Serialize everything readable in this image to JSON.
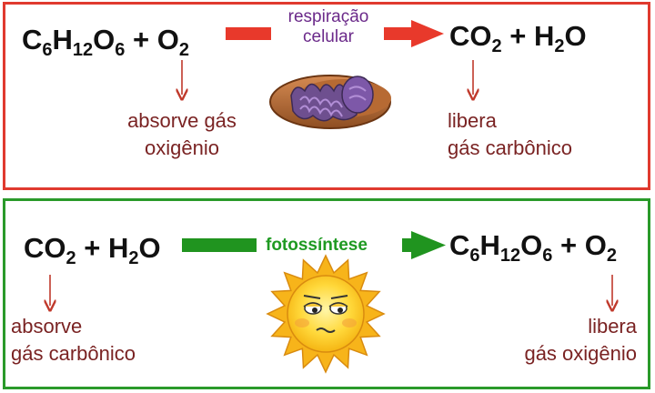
{
  "respiration": {
    "reactants": [
      {
        "parts": [
          {
            "t": "C"
          },
          {
            "t": "6",
            "sub": true
          },
          {
            "t": "H"
          },
          {
            "t": "12",
            "sub": true
          },
          {
            "t": "O"
          },
          {
            "t": "6",
            "sub": true
          }
        ]
      },
      {
        "parts": [
          {
            "t": " + "
          }
        ]
      },
      {
        "parts": [
          {
            "t": "O"
          },
          {
            "t": "2",
            "sub": true
          }
        ]
      }
    ],
    "products": [
      {
        "parts": [
          {
            "t": "CO"
          },
          {
            "t": "2",
            "sub": true
          }
        ]
      },
      {
        "parts": [
          {
            "t": " + "
          }
        ]
      },
      {
        "parts": [
          {
            "t": "H"
          },
          {
            "t": "2",
            "sub": true
          },
          {
            "t": "O"
          }
        ]
      }
    ],
    "process_line1": "respiração",
    "process_line2": "celular",
    "left_note_line1": "absorve gás",
    "left_note_line2": "oxigênio",
    "right_note_line1": "libera",
    "right_note_line2": "gás carbônico",
    "illustration": "mitochondrion-icon",
    "border_color": "#e03a2f"
  },
  "photosynthesis": {
    "reactants": [
      {
        "parts": [
          {
            "t": "CO"
          },
          {
            "t": "2",
            "sub": true
          }
        ]
      },
      {
        "parts": [
          {
            "t": " + "
          }
        ]
      },
      {
        "parts": [
          {
            "t": "H"
          },
          {
            "t": "2",
            "sub": true
          },
          {
            "t": "O"
          }
        ]
      }
    ],
    "products": [
      {
        "parts": [
          {
            "t": "C"
          },
          {
            "t": "6",
            "sub": true
          },
          {
            "t": "H"
          },
          {
            "t": "12",
            "sub": true
          },
          {
            "t": "O"
          },
          {
            "t": "6",
            "sub": true
          }
        ]
      },
      {
        "parts": [
          {
            "t": " + "
          }
        ]
      },
      {
        "parts": [
          {
            "t": "O"
          },
          {
            "t": "2",
            "sub": true
          }
        ]
      }
    ],
    "process": "fotossíntese",
    "left_note_line1": "absorve",
    "left_note_line2": "gás carbônico",
    "right_note_line1": "libera",
    "right_note_line2": "gás oxigênio",
    "illustration": "sun-icon",
    "border_color": "#2a9a2a"
  },
  "colors": {
    "red_arrow": "#e8392b",
    "green_arrow": "#20941f",
    "note_text": "#7a2323",
    "purple_label": "#6b2a8a"
  }
}
